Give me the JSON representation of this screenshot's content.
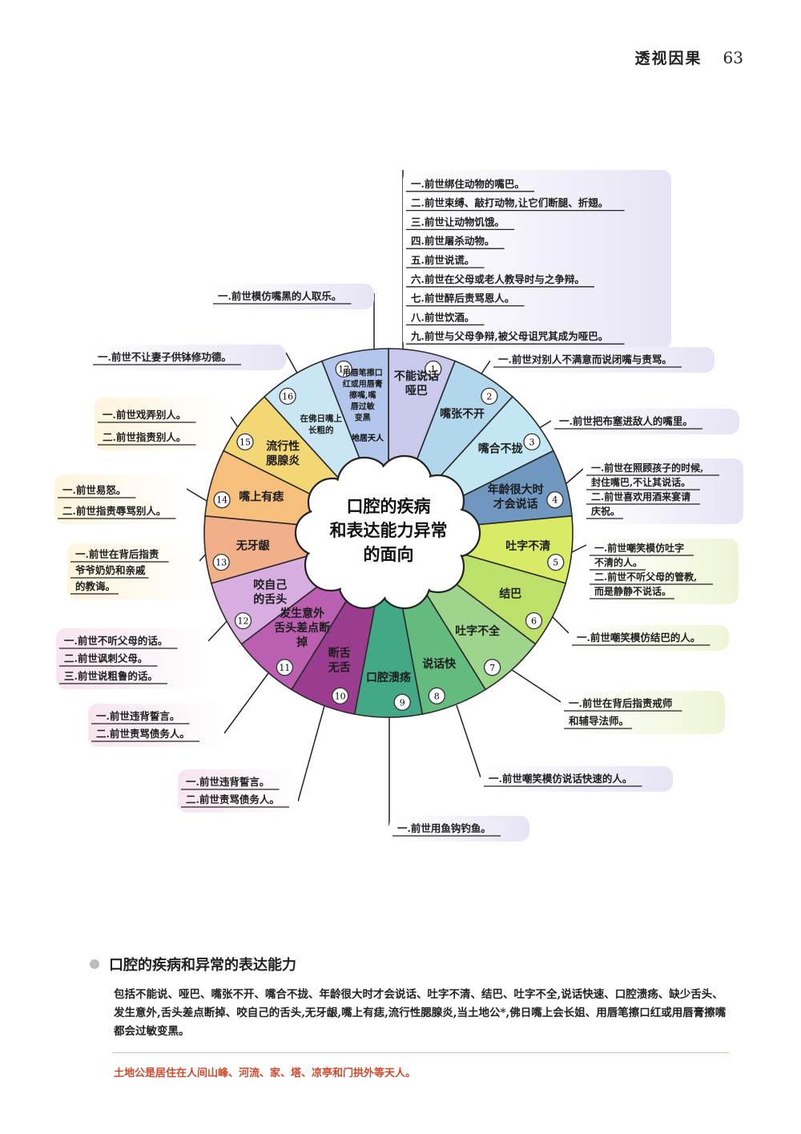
{
  "header": {
    "title": "透视因果",
    "page_number": "63"
  },
  "center": [
    "口腔的疾病",
    "和表达能力异常",
    "的面向"
  ],
  "segments": [
    {
      "num": "1",
      "lines": [
        "不能说话",
        "哑巴"
      ]
    },
    {
      "num": "2",
      "lines": [
        "嘴张不开"
      ]
    },
    {
      "num": "3",
      "lines": [
        "嘴合不拢"
      ]
    },
    {
      "num": "4",
      "lines": [
        "年龄很大时",
        "才会说话"
      ]
    },
    {
      "num": "5",
      "lines": [
        "吐字不清"
      ]
    },
    {
      "num": "6",
      "lines": [
        "结巴"
      ]
    },
    {
      "num": "7",
      "lines": [
        "吐字不全"
      ]
    },
    {
      "num": "8",
      "lines": [
        "说话快"
      ]
    },
    {
      "num": "9",
      "lines": [
        "口腔溃疡"
      ]
    },
    {
      "num": "10",
      "lines": [
        "断舌",
        "无舌"
      ]
    },
    {
      "num": "11",
      "lines": [
        "发生意外",
        "舌头差点断",
        "掉"
      ]
    },
    {
      "num": "12",
      "lines": [
        "咬自己",
        "的舌头"
      ]
    },
    {
      "num": "13",
      "lines": [
        "无牙龈"
      ]
    },
    {
      "num": "14",
      "lines": [
        "嘴上有痣"
      ]
    },
    {
      "num": "15",
      "lines": [
        "流行性",
        "腮腺炎"
      ]
    },
    {
      "num": "16",
      "lines": [
        "在佛日嘴上",
        "长粗的"
      ]
    },
    {
      "num": "17",
      "lines": [
        "用唇笔擦口",
        "红或用唇膏",
        "擦嘴,嘴",
        "唇过敏",
        "变黑"
      ]
    }
  ],
  "segment16_extra": "地居天人",
  "causes": [
    {
      "id": "c1",
      "items": [
        "一.前世绑住动物的嘴巴。",
        "二.前世束缚、敲打动物,让它们断腿、折翅。",
        "三.前世让动物饥饿。",
        "四.前世屠杀动物。",
        "五.前世说谎。",
        "六.前世在父母或老人教导时与之争辩。",
        "七.前世醉后责骂恩人。",
        "八.前世饮酒。",
        "九.前世与父母争辩,被父母诅咒其成为哑巴。"
      ]
    },
    {
      "id": "c2",
      "items": [
        "一.前世对别人不满意而说闭嘴与责骂。"
      ]
    },
    {
      "id": "c3",
      "items": [
        "一.前世把布塞进敌人的嘴里。"
      ]
    },
    {
      "id": "c4",
      "items": [
        "一.前世在照顾孩子的时候,",
        "封住嘴巴,不让其说话。",
        "二.前世喜欢用酒来宴请",
        "庆祝。"
      ]
    },
    {
      "id": "c5",
      "items": [
        "一.前世嘲笑模仿吐字",
        "不清的人。",
        "二.前世不听父母的管教,",
        "而是静静不说话。"
      ]
    },
    {
      "id": "c6",
      "items": [
        "一.前世嘲笑模仿结巴的人。"
      ]
    },
    {
      "id": "c7",
      "items": [
        "一.前世在背后指责戒师",
        "和辅导法师。"
      ]
    },
    {
      "id": "c8",
      "items": [
        "一.前世嘲笑模仿说话快速的人。"
      ]
    },
    {
      "id": "c9",
      "items": [
        "一.前世用鱼钩钓鱼。"
      ]
    },
    {
      "id": "c10",
      "items": [
        "一.前世违背誓言。",
        "二.前世责骂债务人。"
      ]
    },
    {
      "id": "c11",
      "items": [
        "一.前世违背誓言。",
        "二.前世责骂债务人。"
      ]
    },
    {
      "id": "c12",
      "items": [
        "一.前世不听父母的话。",
        "二.前世讽刺父母。",
        "三.前世说粗鲁的话。"
      ]
    },
    {
      "id": "c13",
      "items": [
        "一.前世在背后指责",
        "爷爷奶奶和亲戚",
        "的教诲。"
      ]
    },
    {
      "id": "c14",
      "items": [
        "一.前世易怒。",
        "二.前世指责辱骂别人。"
      ]
    },
    {
      "id": "c15",
      "items": [
        "一.前世戏弄别人。",
        "二.前世指责别人。"
      ]
    },
    {
      "id": "c16",
      "items": [
        "一.前世不让妻子供钵修功德。"
      ]
    },
    {
      "id": "c17",
      "items": [
        "一.前世模仿嘴黑的人取乐。"
      ]
    }
  ],
  "footer": {
    "heading": "口腔的疾病和异常的表达能力",
    "body": "包括不能说、哑巴、嘴张不开、嘴合不拢、年龄很大时才会说话、吐字不清、结巴、吐字不全,说话快速、口腔溃疡、缺少舌头、发生意外,舌头差点断掉、咬自己的舌头,无牙龈,嘴上有痣,流行性腮腺炎,当土地公*,佛日嘴上会长姐、用唇笔擦口红或用唇膏擦嘴都会过敏变黑。",
    "note": "土地公是居住在人间山峰、河流、家、塔、凉亭和门拱外等天人。"
  },
  "colors": {
    "segments": [
      "#c9c9ec",
      "#b2d6ec",
      "#c3e7f2",
      "#6f97bf",
      "#d8ea66",
      "#bde06a",
      "#9ed48c",
      "#64bb7e",
      "#43a886",
      "#9b3d8f",
      "#bb5fb0",
      "#d8aee0",
      "#f2b08a",
      "#f6c07c",
      "#f3d774",
      "#c9e6f2",
      "#b3c7ec"
    ],
    "note": "#d0492b"
  }
}
